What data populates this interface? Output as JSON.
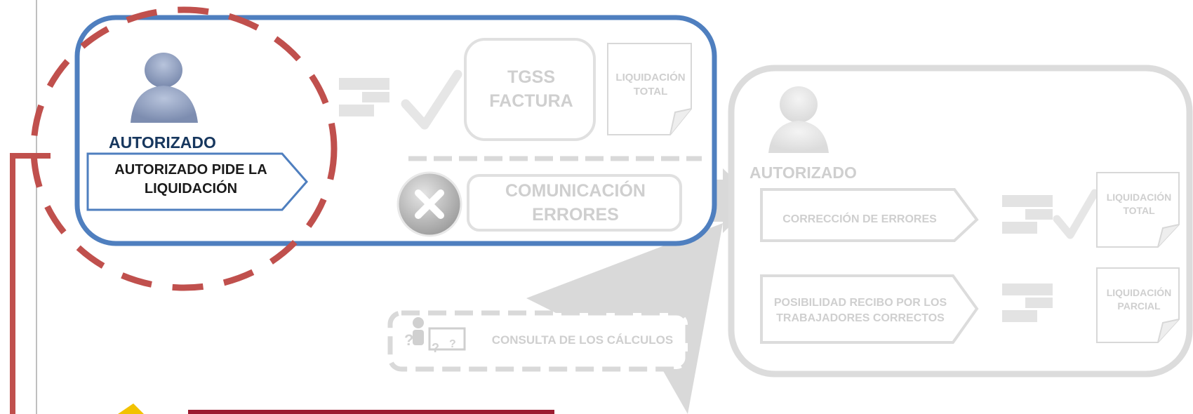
{
  "active_step": {
    "role_label": "AUTORIZADO",
    "request_label": "AUTORIZADO PIDE LA LIQUIDACIÓN",
    "tgss_label": "TGSS FACTURA",
    "liquidation_doc": "LIQUIDACIÓN TOTAL",
    "errors_label": "COMUNICACIÓN ERRORES"
  },
  "next_step": {
    "role_label": "AUTORIZADO",
    "correction_label": "CORRECCIÓN DE ERRORES",
    "correction_doc": "LIQUIDACIÓN TOTAL",
    "partial_label": "POSIBILIDAD RECIBO POR LOS TRABAJADORES CORRECTOS",
    "partial_doc": "LIQUIDACIÓN PARCIAL"
  },
  "consult": {
    "label": "CONSULTA DE LOS CÁLCULOS"
  },
  "colors": {
    "active_border": "#4f7fbf",
    "highlight_circle": "#c0504d",
    "inactive": "#d9d9d9",
    "role_text": "#17375e",
    "bottom_bar": "#9b1b30",
    "warning_icon": "#f2c200"
  },
  "icons": [
    "person-icon",
    "stack-icon",
    "checkmark-icon",
    "document-icon",
    "error-x-icon",
    "question-people-icon",
    "warning-icon"
  ]
}
